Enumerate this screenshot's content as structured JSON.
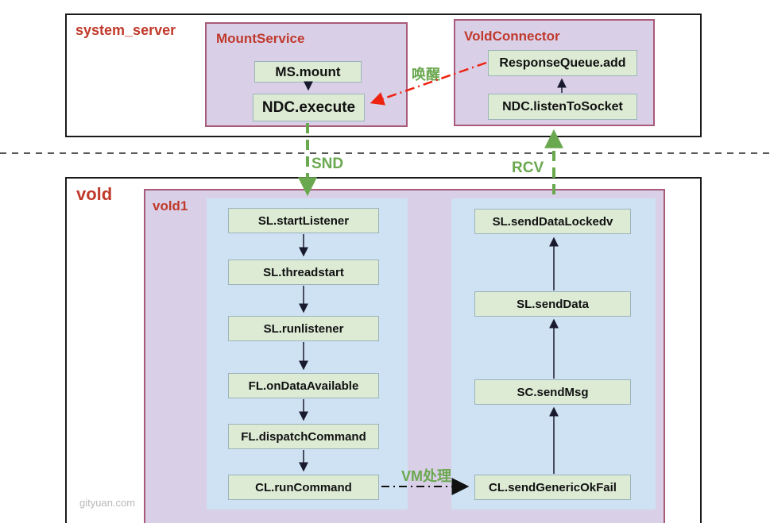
{
  "page": {
    "watermark": "gityuan.com"
  },
  "colors": {
    "section_label_red": "#c0392b",
    "green_accent": "#6aa84f",
    "red_arrow": "#ee2211",
    "purple_fill": "#d9d0e8",
    "purple_border": "#a85a78",
    "node_fill": "#ddebd5",
    "blue_panel_fill": "#cfe2f3",
    "black_arrow": "#1a1a2e"
  },
  "system_server": {
    "label": "system_server",
    "mount_service": {
      "label": "MountService",
      "nodes": [
        "MS.mount",
        "NDC.execute"
      ]
    },
    "vold_connector": {
      "label": "VoldConnector",
      "nodes": [
        "ResponseQueue.add",
        "NDC.listenToSocket"
      ]
    }
  },
  "vold": {
    "label": "vold",
    "vold1": {
      "label": "vold1",
      "request_flow": [
        "SL.startListener",
        "SL.threadstart",
        "SL.runlistener",
        "FL.onDataAvailable",
        "FL.dispatchCommand",
        "CL.runCommand"
      ],
      "response_flow": [
        "SL.sendDataLockedv",
        "SL.sendData",
        "SC.sendMsg",
        "CL.sendGenericOkFail"
      ]
    }
  },
  "edge_labels": {
    "wake": "唤醒",
    "send": "SND",
    "receive": "RCV",
    "vm": "VM处理"
  }
}
